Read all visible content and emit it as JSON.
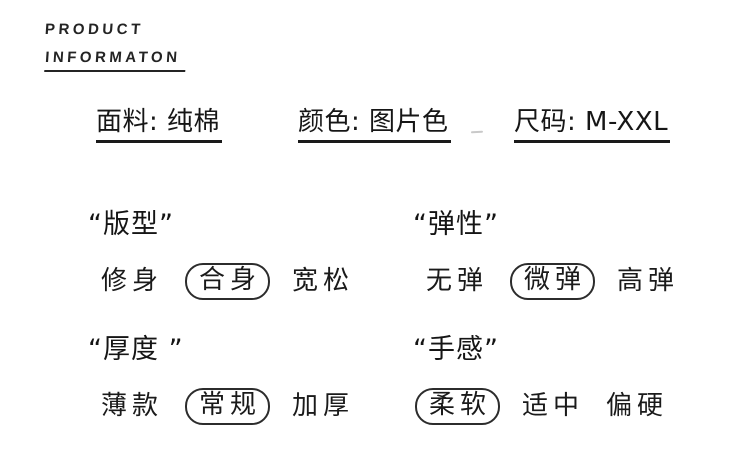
{
  "colors": {
    "background": "#ffffff",
    "ink": "#1d1d1d",
    "pill_border": "#2c2c2c",
    "underline": "#1a1a1a"
  },
  "brand": {
    "line1": "PRODUCT",
    "line2": "INFORMATON"
  },
  "specs": {
    "fabric": {
      "label": "面料",
      "value": "纯棉",
      "display": "面料: 纯棉"
    },
    "color": {
      "label": "颜色",
      "value": "图片色",
      "display": "颜色: 图片色"
    },
    "size": {
      "label": "尺码",
      "value": "M-XXL",
      "display": "尺码: M-XXL"
    }
  },
  "sections": {
    "fit": {
      "title": "“版型”",
      "selected": "合身",
      "options": [
        {
          "label": "修身",
          "selected": false
        },
        {
          "label": "合身",
          "selected": true
        },
        {
          "label": "宽松",
          "selected": false
        }
      ]
    },
    "elasticity": {
      "title": "“弹性”",
      "selected": "微弹",
      "options": [
        {
          "label": "无弹",
          "selected": false
        },
        {
          "label": "微弹",
          "selected": true
        },
        {
          "label": "高弹",
          "selected": false
        }
      ]
    },
    "thickness": {
      "title": "“厚度 ”",
      "selected": "常规",
      "options": [
        {
          "label": "薄款",
          "selected": false
        },
        {
          "label": "常规",
          "selected": true
        },
        {
          "label": "加厚",
          "selected": false
        }
      ]
    },
    "feel": {
      "title": "“手感”",
      "selected": "柔软",
      "options": [
        {
          "label": "柔软",
          "selected": true
        },
        {
          "label": "适中",
          "selected": false
        },
        {
          "label": "偏硬",
          "selected": false
        }
      ]
    }
  }
}
